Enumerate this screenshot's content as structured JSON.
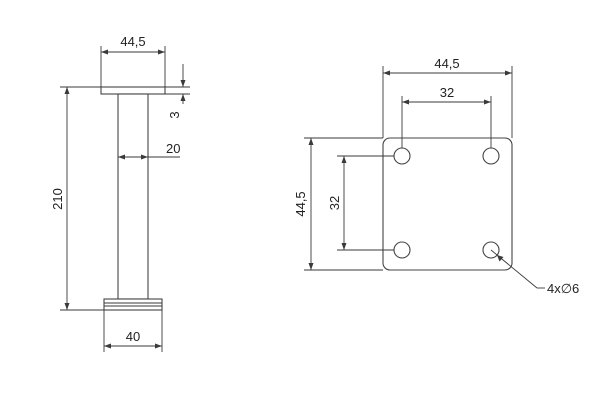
{
  "side_view": {
    "plate_width": "44,5",
    "plate_thickness": "3",
    "height": "210",
    "tube_diameter": "20",
    "base_width": "40"
  },
  "top_view": {
    "plate_width": "44,5",
    "plate_height": "44,5",
    "hole_spacing_x": "32",
    "hole_spacing_y": "32",
    "holes": "4x∅6"
  }
}
